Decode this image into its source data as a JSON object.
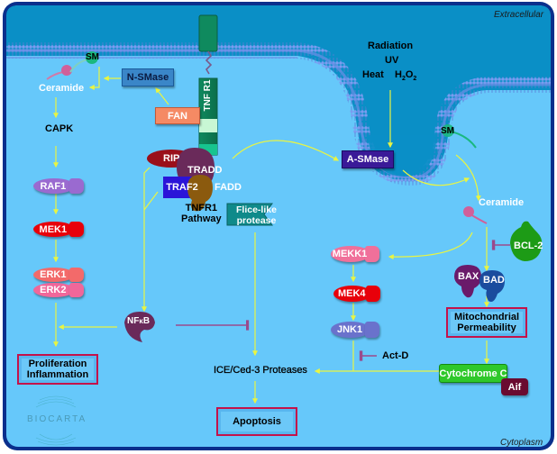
{
  "diagram": {
    "title": "Ceramide Signaling Pathway",
    "brand": "BioCarta",
    "compartments": {
      "extracellular": "Extracellular",
      "cytoplasm": "Cytoplasm"
    },
    "stimuli": {
      "line1": "Radiation",
      "line2": "UV",
      "heat": "Heat",
      "h2o2": "H",
      "h2o2_sub1": "2",
      "h2o2_o": "O",
      "h2o2_sub2": "2"
    },
    "nodes": {
      "sm_left": "SM",
      "sm_right": "SM",
      "ceramide_left": "Ceramide",
      "ceramide_right": "Ceramide",
      "n_smase": "N-SMase",
      "a_smase": "A-SMase",
      "fan": "FAN",
      "tnfr1": "TNF R1",
      "capk": "CAPK",
      "raf1": "RAF1",
      "mek1": "MEK1",
      "erk1": "ERK1",
      "erk2": "ERK2",
      "rip": "RIP",
      "tradd": "TRADD",
      "traf2": "TRAF2",
      "fadd": "FADD",
      "tnfr1_pathway_1": "TNFR1",
      "tnfr1_pathway_2": "Pathway",
      "flice_1": "Flice-like",
      "flice_2": "protease",
      "nfkb_nf": "NF",
      "nfkb_k": "κ",
      "nfkb_b": "B",
      "mekk1": "MEKK1",
      "mek4": "MEK4",
      "jnk1": "JNK1",
      "act_d": "Act-D",
      "bcl2": "BCL-2",
      "bax": "BAX",
      "bad": "BAD",
      "ice": "ICE/Ced-3 Proteases",
      "cytochrome_c": "Cytochrome C",
      "aif": "Aif"
    },
    "outcomes": {
      "proliferation_1": "Proliferation",
      "proliferation_2": "Inflammation",
      "apoptosis": "Apoptosis",
      "mito_1": "Mitochondrial",
      "mito_2": "Permeability"
    },
    "colors": {
      "extracellular": "#0a8fc6",
      "cytoplasm": "#66c8fa",
      "border": "#0a2f8c",
      "membrane": "#6a8ee6",
      "arrow": "#e9f542",
      "inhibit": "#9a4a8c",
      "outcome_border": "#c4124a"
    }
  }
}
